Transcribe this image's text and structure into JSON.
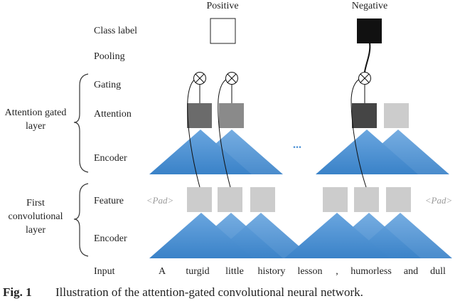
{
  "columns": {
    "positive": "Positive",
    "negative": "Negative"
  },
  "row_labels": {
    "class_label": "Class label",
    "pooling": "Pooling",
    "gating": "Gating",
    "attention": "Attention",
    "encoder_top": "Encoder",
    "feature": "Feature",
    "encoder_bottom": "Encoder",
    "input": "Input"
  },
  "groups": {
    "attention_gated_line1": "Attention gated",
    "attention_gated_line2": "layer",
    "first_conv_line1": "First",
    "first_conv_line2": "convolutional",
    "first_conv_line3": "layer"
  },
  "pad_left": "<Pad>",
  "pad_right": "<Pad>",
  "ellipsis": "...",
  "gate_symbol": "⊗",
  "input_words": [
    "A",
    "turgid",
    "little",
    "history",
    "lesson",
    ",",
    "humorless",
    "and",
    "dull"
  ],
  "caption": {
    "number": "Fig. 1",
    "text": "Illustration of the attention-gated convolutional neural network."
  },
  "colors": {
    "encoder_blue": "#3f88cf",
    "feature_gray": "#cccccc",
    "attention_dark": "#6b6b6b",
    "attention_darker": "#454545",
    "negative_label": "#111111"
  }
}
